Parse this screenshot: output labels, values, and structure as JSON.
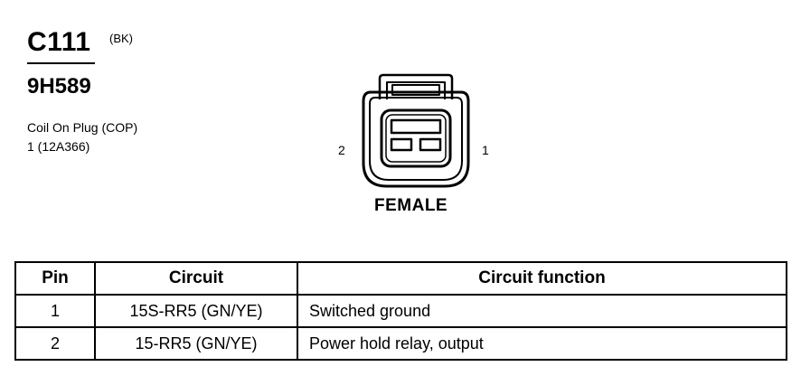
{
  "header": {
    "connector_id": "C111",
    "color_code": "(BK)",
    "part_number": "9H589",
    "description_lines": [
      "Coil On Plug (COP)",
      "1 (12A366)"
    ]
  },
  "connector_view": {
    "pin_left_label": "2",
    "pin_right_label": "1",
    "gender": "FEMALE"
  },
  "table": {
    "headers": [
      "Pin",
      "Circuit",
      "Circuit function"
    ],
    "rows": [
      {
        "pin": "1",
        "circuit": "15S-RR5 (GN/YE)",
        "function": "Switched ground"
      },
      {
        "pin": "2",
        "circuit": "15-RR5 (GN/YE)",
        "function": "Power hold relay, output"
      }
    ]
  }
}
